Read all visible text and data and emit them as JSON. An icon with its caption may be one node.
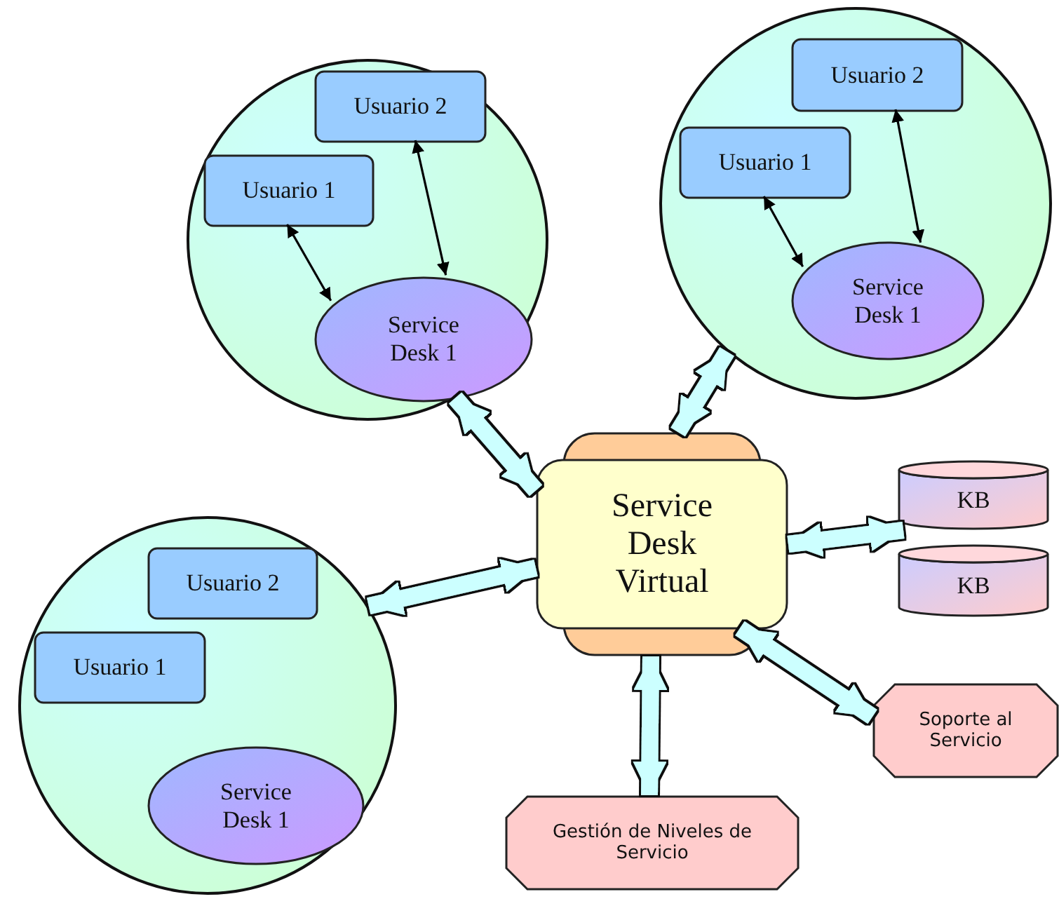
{
  "diagram": {
    "nodes": [
      {
        "text": [],
        "shape": "circle"
      },
      {
        "text": [
          "Usuario 2"
        ],
        "in": 0
      },
      {
        "text": [
          "Usuario 1"
        ],
        "in": 0
      },
      {
        "text": [
          "Service Desk 1"
        ],
        "in": 0
      },
      {
        "text": [],
        "shape": "circle"
      },
      {
        "text": [
          "Usuario 2"
        ],
        "in": 4
      },
      {
        "text": [
          "Usuario 1"
        ],
        "in": 4
      },
      {
        "text": [
          "Service Desk 1"
        ],
        "in": 4
      },
      {
        "text": [
          "Service Desk Virtual"
        ]
      },
      {
        "text": [
          "KB"
        ]
      },
      {
        "text": [
          "KB"
        ]
      },
      {
        "text": [],
        "shape": "circle"
      },
      {
        "text": [
          "Usuario 2"
        ],
        "in": 11
      },
      {
        "text": [
          "Usuario 1"
        ],
        "in": 11
      },
      {
        "text": [
          "Service Desk 1"
        ],
        "in": 11
      },
      {
        "text": [
          "Soporte al Servicio"
        ]
      },
      {
        "text": [
          "Gestión de Niveles de Servicio"
        ]
      }
    ],
    "edges": [
      {
        "from": 2,
        "to": 3,
        "arrow": "both",
        "color": "#000000"
      },
      {
        "from": 1,
        "to": 3,
        "arrow": "both",
        "color": "#000000"
      },
      {
        "from": 6,
        "to": 7,
        "arrow": "both",
        "color": "#000000"
      },
      {
        "from": 5,
        "to": 7,
        "arrow": "both",
        "color": "#000000"
      },
      {
        "from": 4,
        "to": 8,
        "arrow": "both",
        "color": "#ccffff"
      },
      {
        "from": 0,
        "to": 8,
        "arrow": "both",
        "color": "#ccffff"
      },
      {
        "from": 11,
        "to": 8,
        "arrow": "both",
        "color": "#ccffff"
      },
      {
        "from": 8,
        "to": 9,
        "arrow": "both",
        "color": "#ccffff"
      },
      {
        "from": 8,
        "to": 15,
        "arrow": "both",
        "color": "#ccffff"
      },
      {
        "from": 8,
        "to": 16,
        "arrow": "both",
        "color": "#ccffff"
      }
    ]
  }
}
